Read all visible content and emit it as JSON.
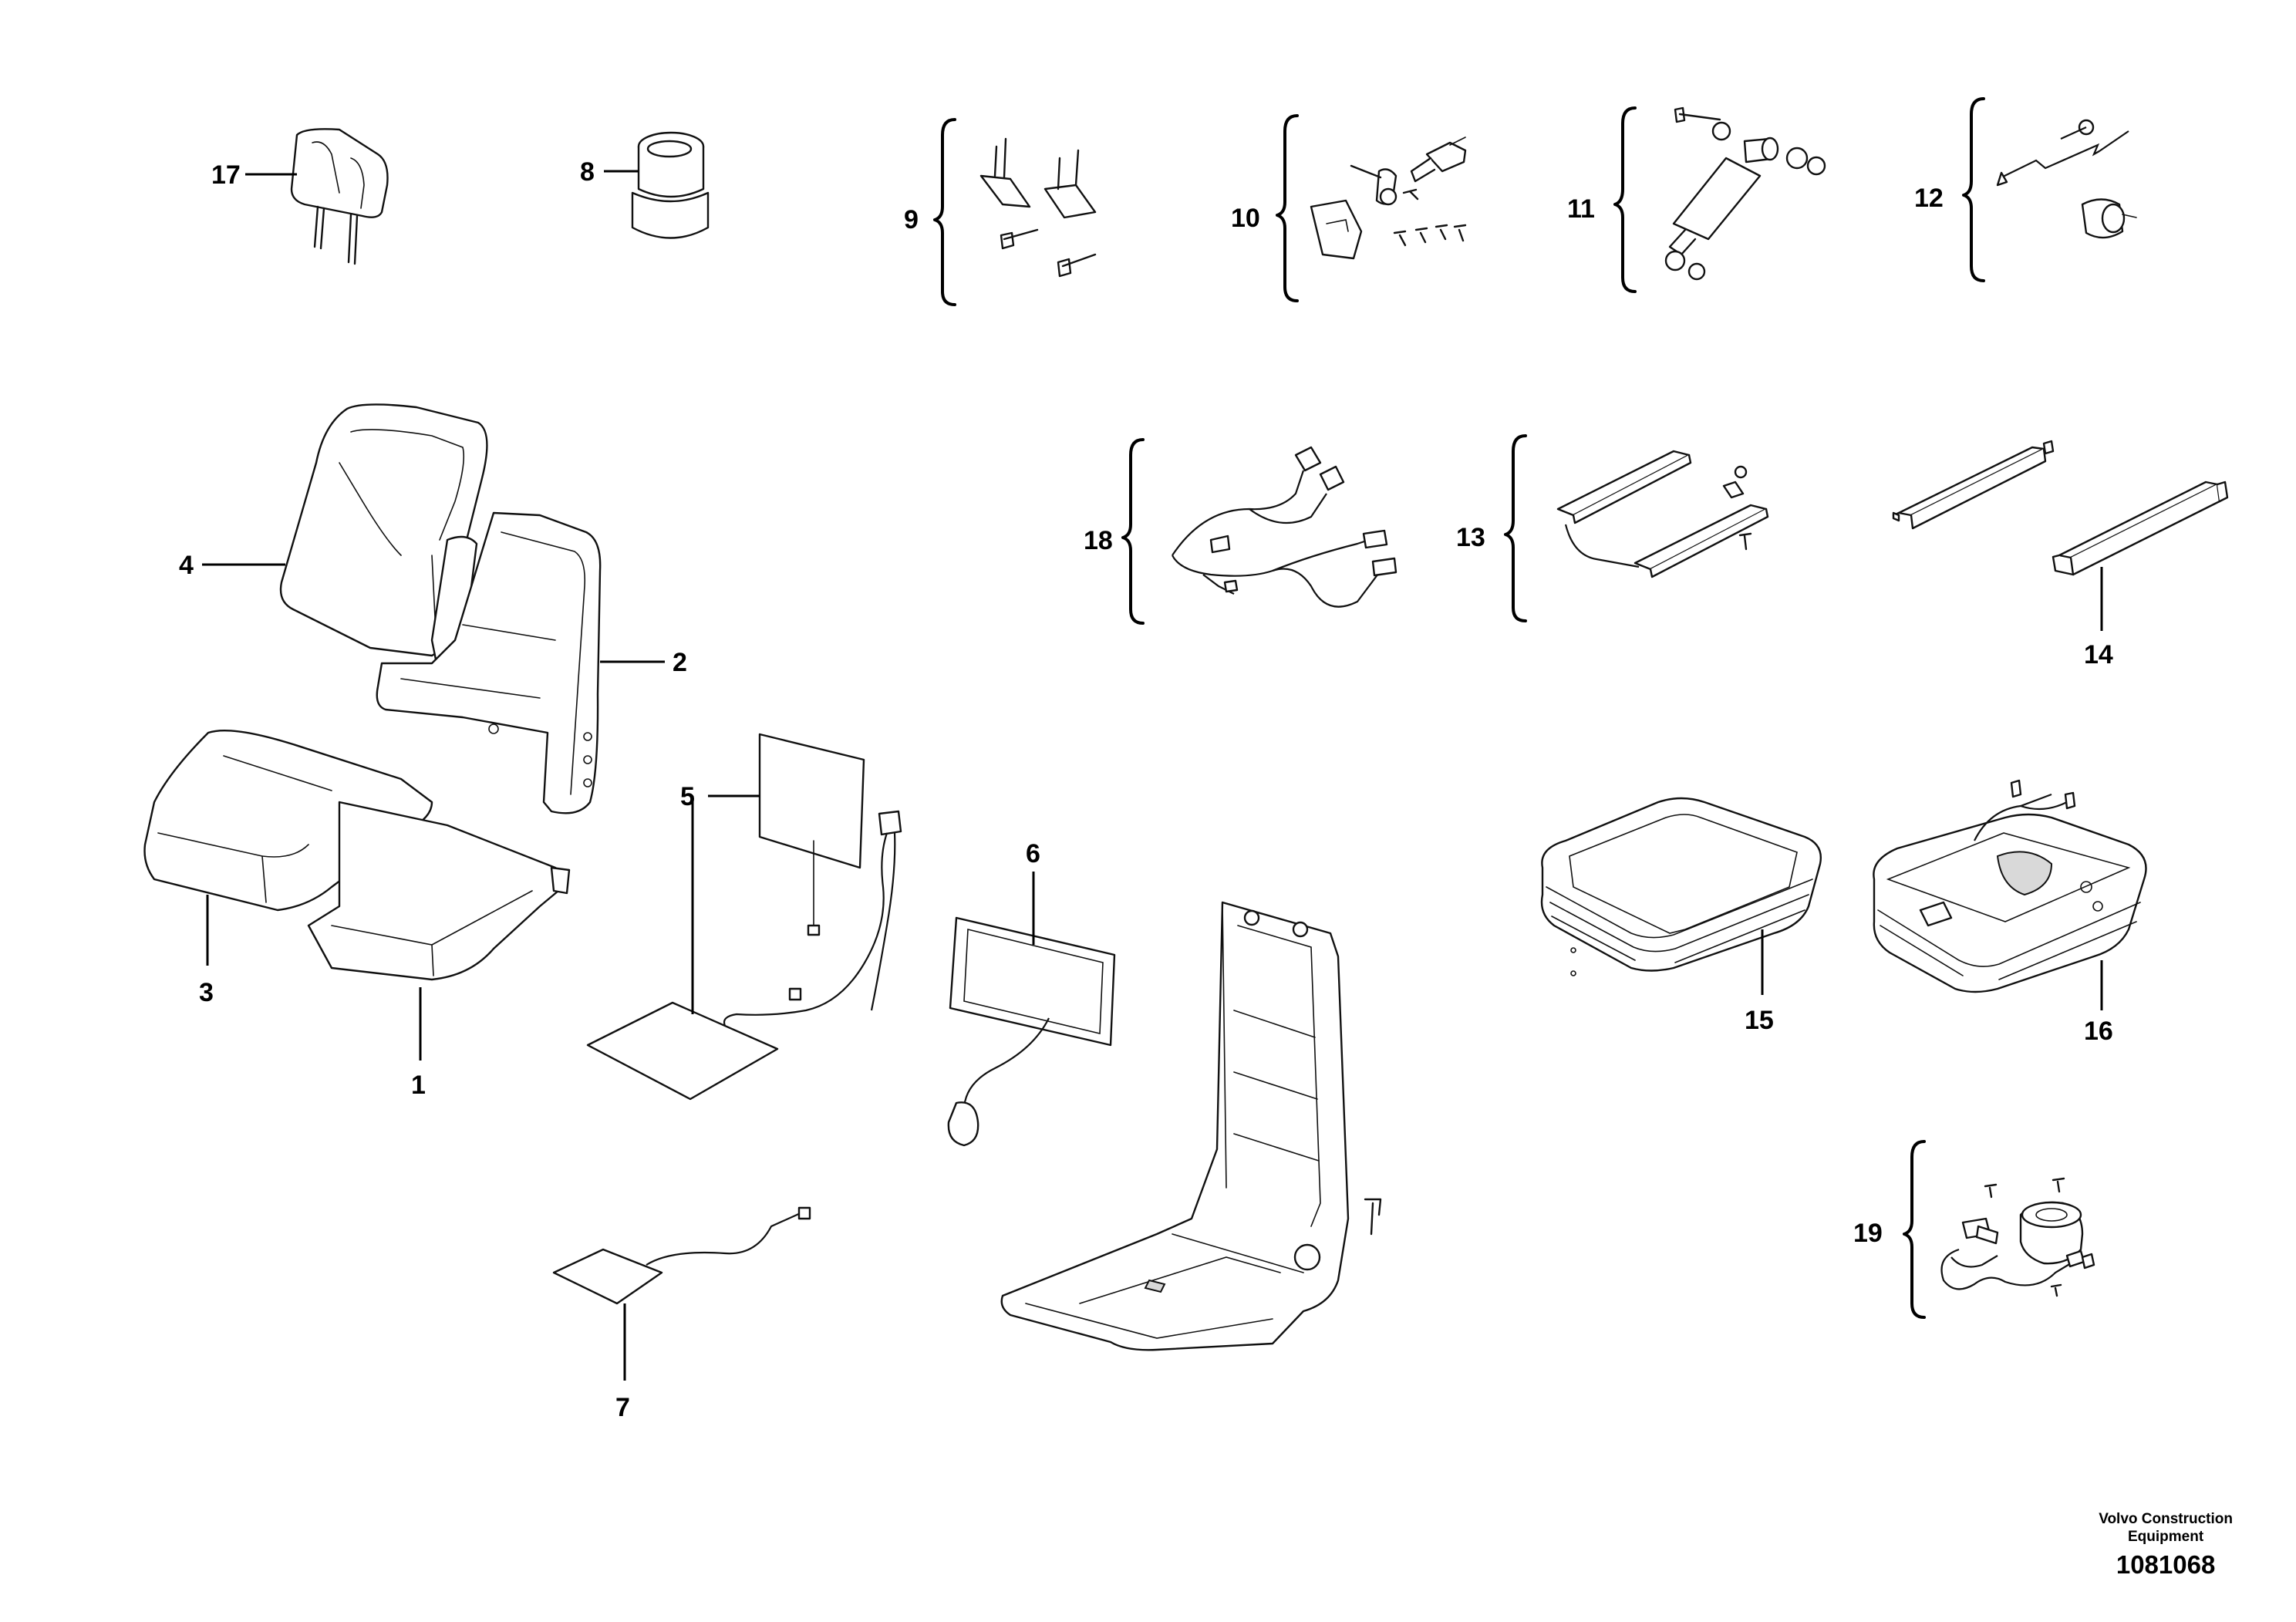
{
  "callouts": {
    "c1": "1",
    "c2": "2",
    "c3": "3",
    "c4": "4",
    "c5": "5",
    "c6": "6",
    "c7": "7",
    "c8": "8",
    "c9": "9",
    "c10": "10",
    "c11": "11",
    "c12": "12",
    "c13": "13",
    "c14": "14",
    "c15": "15",
    "c16": "16",
    "c17": "17",
    "c18": "18",
    "c19": "19"
  },
  "footer": {
    "brand_line1": "Volvo Construction",
    "brand_line2": "Equipment",
    "document_number": "1081068"
  }
}
